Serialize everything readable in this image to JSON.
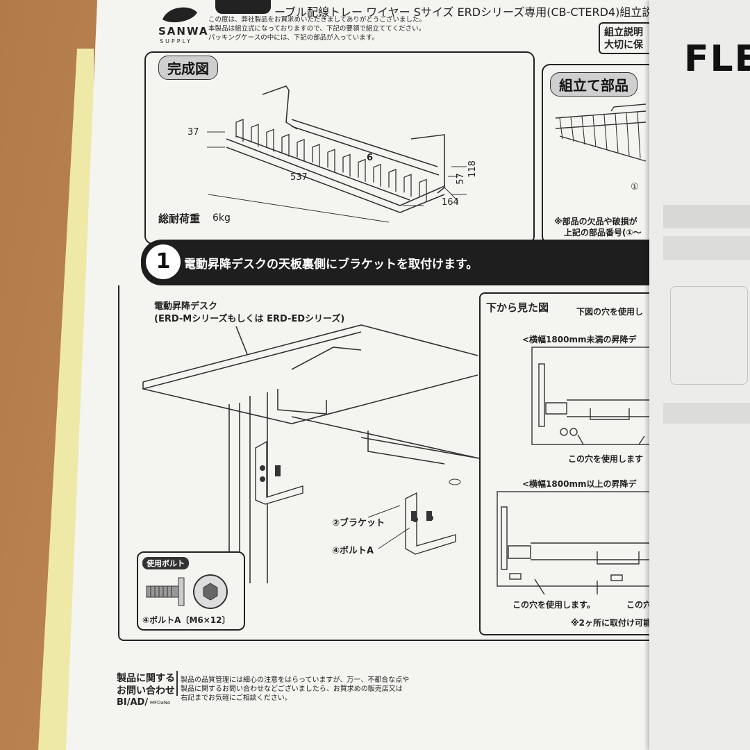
{
  "header": {
    "brand_top": "SANWA",
    "brand_bottom": "SUPPLY",
    "title_fragment": "ーブル配線トレー ワイヤー Sサイズ ERDシリーズ専用(CB-CTERD4)組立説明",
    "intro_line1": "この度は、弊社製品をお買求めいただきましてありがとうございました。",
    "intro_line2": "本製品は組立式になっておりますので、下記の要領で組立ててください。",
    "intro_line3": "パッキングケースの中には、下記の部品が入っています。",
    "notice_line1": "組立説明",
    "notice_line2": "大切に保"
  },
  "completion": {
    "label": "完成図",
    "dim_37": "37",
    "dim_6": "6",
    "dim_537": "537",
    "dim_57": "57",
    "dim_118": "118",
    "dim_164": "164",
    "load_label": "総耐荷重",
    "load_value": "6kg"
  },
  "parts": {
    "label": "組立て部品",
    "part_no": "①",
    "note1": "※部品の欠品や破損が",
    "note2": "上記の部品番号(①〜"
  },
  "step1": {
    "number": "1",
    "title": "電動昇降デスクの天板裏側にブラケットを取付けます。",
    "desk_label": "電動昇降デスク",
    "desk_sub": "(ERD-Mシリーズもしくは ERD-EDシリーズ)",
    "bracket_label": "②ブラケット",
    "bolt_label": "④ボルトA",
    "bolt_box_title": "使用ボルト",
    "bolt_box_caption": "④ボルトA〔M6×12〕"
  },
  "bottom_view": {
    "title": "下から見た図",
    "subtitle": "下図の穴を使用し",
    "case1": "<横幅1800mm未満の昇降デ",
    "case1_note": "この穴を使用します",
    "case2": "<横幅1800mm以上の昇降デ",
    "case2_note_a": "この穴を使用します。",
    "case2_note_b": "この穴",
    "footnote": "※2ヶ所に取付け可能"
  },
  "footer": {
    "inquiry_line1": "製品に関する",
    "inquiry_line2": "お問い合わせ",
    "quality_line1": "製品の品質管理には細心の注意をはらっていますが、万一、不都合な点や",
    "quality_line2": "製品に関するお問い合わせなどございましたら、お買求めの販売店又は",
    "quality_line3": "右記までお気軽にご相談ください。",
    "code": "BI/AD/",
    "code_small": "MFDaNo"
  },
  "right_sheet": {
    "heading": "FLE"
  }
}
